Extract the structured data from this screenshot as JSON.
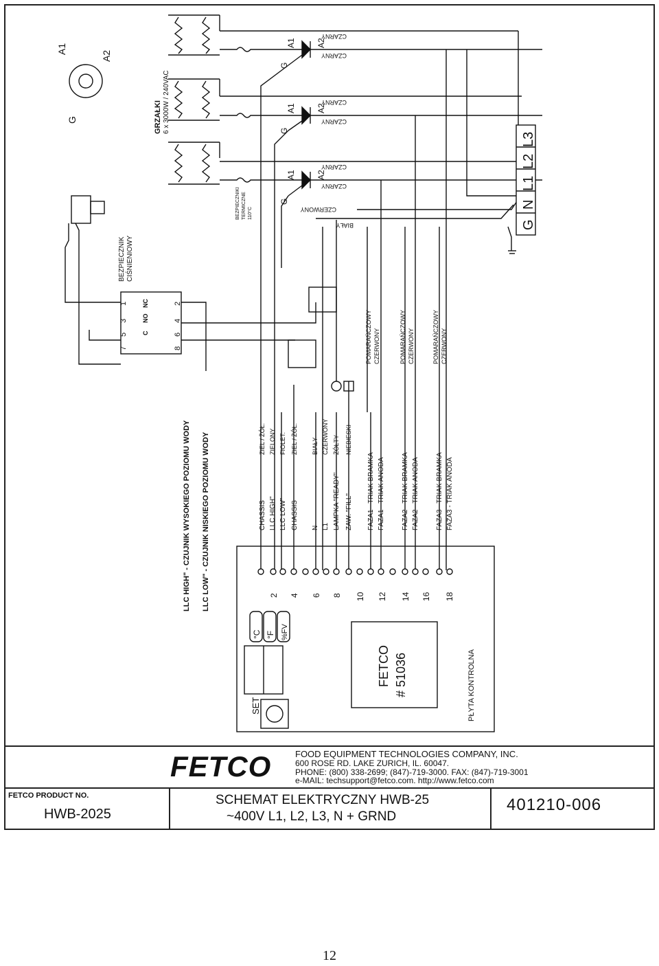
{
  "heaters": {
    "title": "GRZAŁKI",
    "spec": "6 x 3000W / 240VAC"
  },
  "thermal_fuse": {
    "label_1": "BEZPIECZNIKI",
    "label_2": "TERMICZNE",
    "label_3": "110°C"
  },
  "pressure_switch": {
    "label_1": "BEZPIECZNIK",
    "label_2": "CIŚNIENIOWY"
  },
  "switch_terms": {
    "c": "C",
    "no": "NO",
    "nc": "NC",
    "t1": "1",
    "t2": "2",
    "t3": "3",
    "t4": "4",
    "t5": "5",
    "t6": "6",
    "t7": "7",
    "t8": "8"
  },
  "connector_pins": {
    "a1": "A1",
    "a2": "A2",
    "g": "G"
  },
  "triac_pins": {
    "g": "G",
    "a1": "A1",
    "a2": "A2"
  },
  "wire_colors": {
    "czarny": "CZARNY",
    "czerwony_bialy_1": "CZERWONY",
    "bialy": "BIAŁY"
  },
  "terminal_block": [
    "G",
    "N",
    "L1",
    "L2",
    "L3"
  ],
  "notes": {
    "llc_high": "LLC HIGH\" - CZUJNIK WYSOKIEGO POZIOMU WODY",
    "llc_low": "LLC LOW\" - CZUJNIK NISKIEGO POZIOMU WODY"
  },
  "harness": [
    {
      "color": "ZIEL / ŻÓŁ.",
      "signal": "CHASSIS"
    },
    {
      "color": "ZIELONY",
      "signal": "LLC HIGH\""
    },
    {
      "color": "FIOLET.",
      "signal": "LLC LOW\""
    },
    {
      "color": "ZIEL / ŻÓŁ.",
      "signal": "CHASSIS"
    },
    {
      "color": "BIAŁY",
      "signal": "N"
    },
    {
      "color": "CZERWONY",
      "signal": "L1"
    },
    {
      "color": "ŻÓŁTY",
      "signal": "LAMPKA \"READY\""
    },
    {
      "color": "NIEBIESKI",
      "signal": "ZAW. \"FILL\""
    },
    {
      "color": "",
      "signal": "FAZA1 - TRIAK BRAMKA"
    },
    {
      "color": "",
      "signal": "FAZA1 - TRIAK ANODA"
    },
    {
      "color": "",
      "signal": "FAZA2 - TRIAK BRAMKA"
    },
    {
      "color": "",
      "signal": "FAZA2 - TRIAK ANODA"
    },
    {
      "color": "",
      "signal": "FAZA3 - TRIAK BRAMKA"
    },
    {
      "color": "",
      "signal": "FAZA3 - TRIAK ANODA"
    }
  ],
  "phase_wires": [
    {
      "a": "POMARAŃCZOWY",
      "b": "CZERWONY"
    },
    {
      "a": "POMARAŃCZOWY",
      "b": "CZERWONY"
    },
    {
      "a": "POMARAŃCZOWY",
      "b": "CZERWONY"
    }
  ],
  "board": {
    "pin_numbers": [
      "2",
      "4",
      "6",
      "8",
      "10",
      "12",
      "14",
      "16",
      "18"
    ],
    "set_label": "SET",
    "unit_c": "°C",
    "unit_f": "°F",
    "unit_fv": "%FV",
    "chip_line1": "FETCO",
    "chip_line2": "# 51036",
    "name": "PŁYTA KONTROLNA"
  },
  "company": {
    "logo": "FETCO",
    "name": "FOOD EQUIPMENT TECHNOLOGIES COMPANY, INC.",
    "address": "600 ROSE RD. LAKE ZURICH, IL. 60047.",
    "phone": "PHONE: (800) 338-2699;   (847)-719-3000. FAX: (847)-719-3001",
    "email": "e-MAIL: techsupport@fetco.com.      http://www.fetco.com"
  },
  "title_block": {
    "product_no_label": "FETCO PRODUCT NO.",
    "product_no": "HWB-2025",
    "title_line1": "SCHEMAT ELEKTRYCZNY HWB-25",
    "title_line2": "~400V  L1, L2, L3, N + GRND",
    "drawing_no": "401210-006"
  },
  "page_number": "12"
}
